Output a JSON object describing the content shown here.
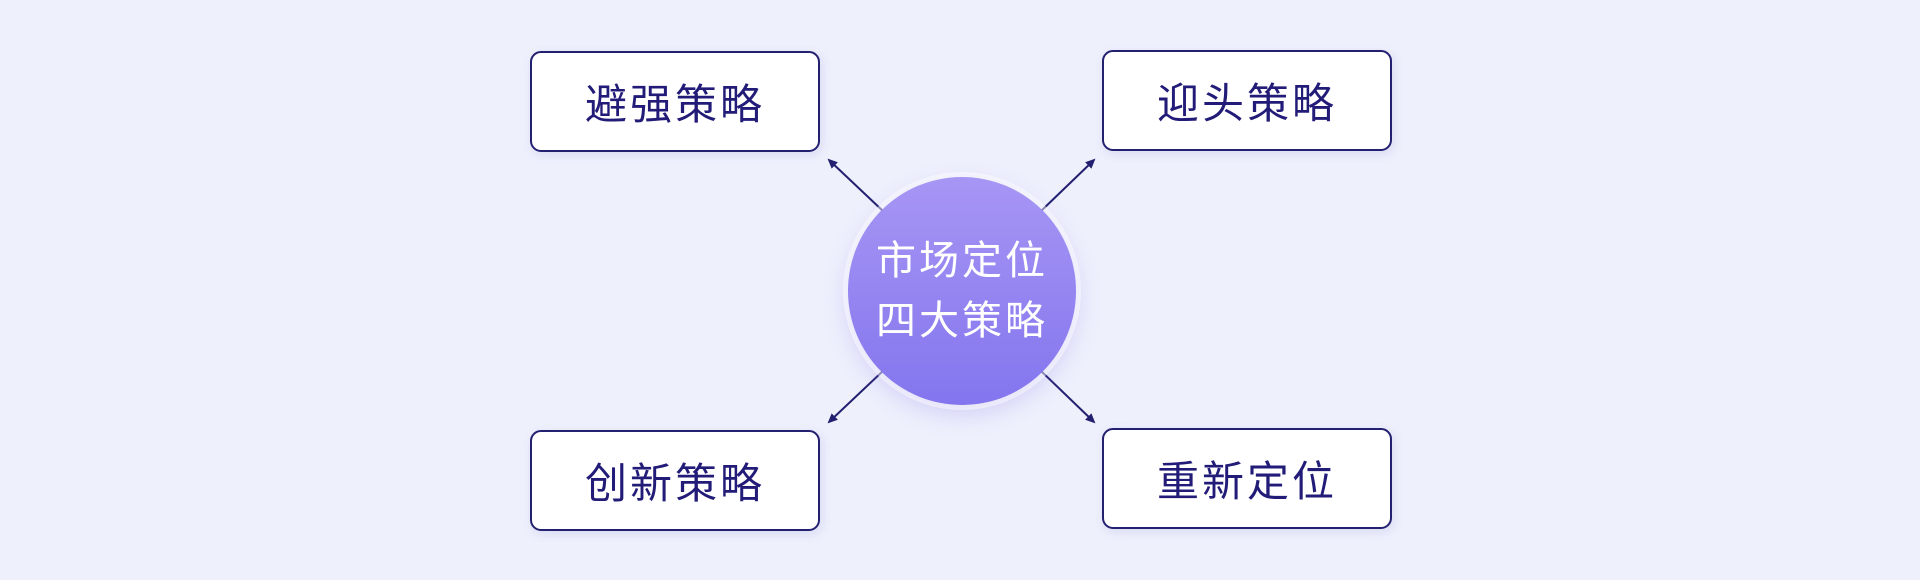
{
  "diagram": {
    "title": "市场定位四大策略",
    "center": {
      "line1": "市场定位",
      "line2": "四大策略"
    },
    "nodes": [
      {
        "id": "top-left",
        "label": "避强策略"
      },
      {
        "id": "top-right",
        "label": "迎头策略"
      },
      {
        "id": "bottom-left",
        "label": "创新策略"
      },
      {
        "id": "bottom-right",
        "label": "重新定位"
      }
    ],
    "colors": {
      "background": "#eef0fc",
      "circle_gradient_top": "#a796f4",
      "circle_gradient_bottom": "#8375ee",
      "circle_text": "#ffffff",
      "node_background": "#ffffff",
      "node_border": "#232070",
      "node_text": "#221c78",
      "arrow": "#232070"
    }
  }
}
